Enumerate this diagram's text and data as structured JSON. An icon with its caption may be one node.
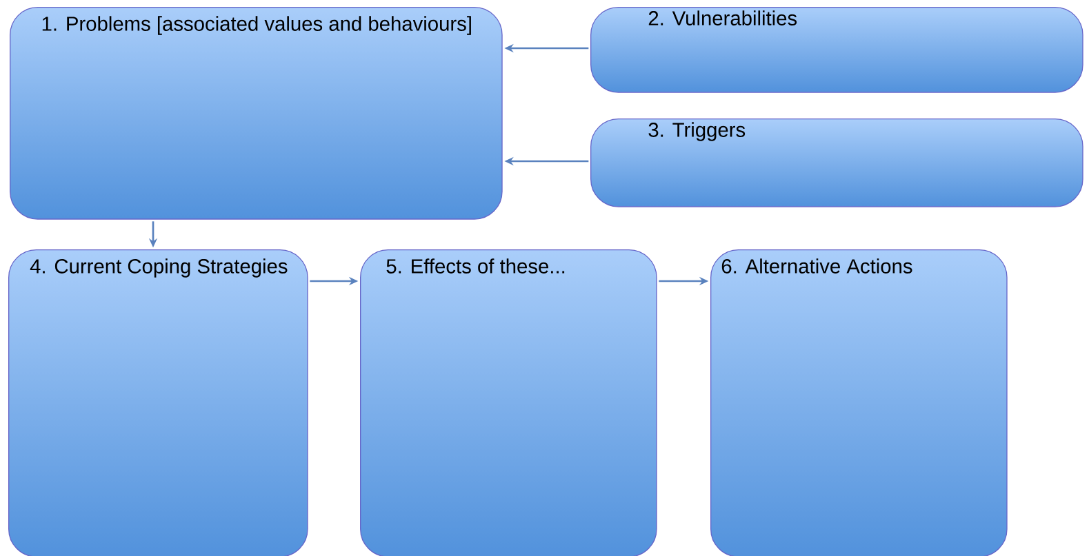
{
  "diagram": {
    "nodes": [
      {
        "text": [
          "1. Problems [associated values and behaviours]"
        ]
      },
      {
        "text": [
          "2. Vulnerabilities"
        ]
      },
      {
        "text": [
          "3. Triggers"
        ]
      },
      {
        "text": [
          "4. Current Coping Strategies"
        ]
      },
      {
        "text": [
          "5. Effects of these..."
        ]
      },
      {
        "text": [
          "6. Alternative Actions"
        ]
      }
    ],
    "edges": [
      {
        "from": 1,
        "to": 0,
        "arrow": "to"
      },
      {
        "from": 2,
        "to": 0,
        "arrow": "to"
      },
      {
        "from": 0,
        "to": 3,
        "arrow": "to"
      },
      {
        "from": 3,
        "to": 4,
        "arrow": "to"
      },
      {
        "from": 4,
        "to": 5,
        "arrow": "to"
      }
    ]
  }
}
